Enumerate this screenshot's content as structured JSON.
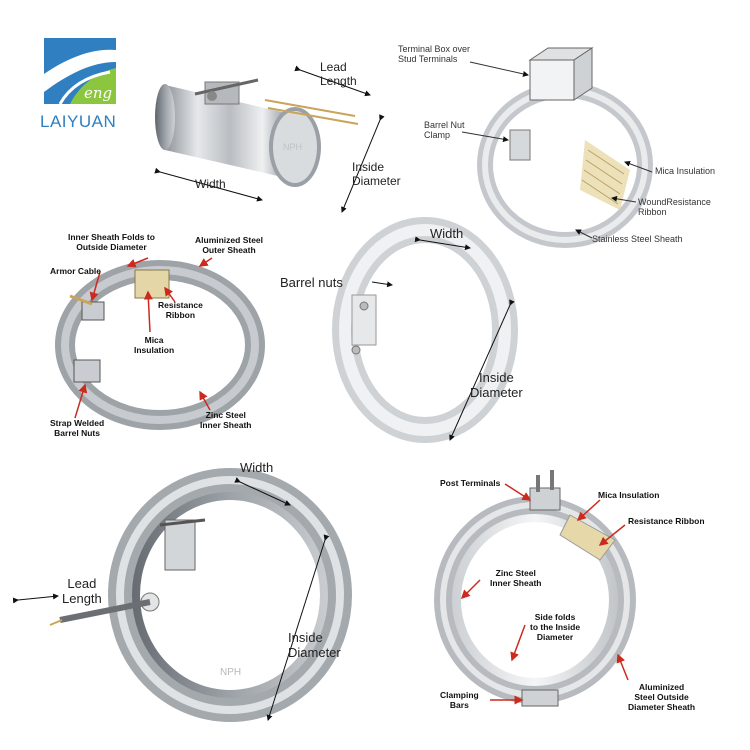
{
  "logo": {
    "brand_script": "eng",
    "brand_name": "LAIYUAN",
    "colors": {
      "blue": "#2f7fc1",
      "green": "#8cc63f"
    }
  },
  "panel_top_left": {
    "lead_length": "Lead\nLength",
    "width": "Width",
    "inside_diameter": "Inside\nDiameter",
    "stamp": "NPH"
  },
  "panel_top_right": {
    "terminal_box": "Terminal Box over\nStud Terminals",
    "barrel_nut_clamp": "Barrel Nut\nClamp",
    "mica_insulation": "Mica Insulation",
    "wound_ribbon": "WoundResistance\nRibbon",
    "stainless_sheath": "Stainless Steel Sheath"
  },
  "panel_mid_left": {
    "inner_sheath_folds": "Inner Sheath Folds to\nOutside Diameter",
    "aluminized_outer": "Aluminized Steel\nOuter Sheath",
    "armor_cable": "Armor Cable",
    "resistance_ribbon": "Resistance\nRibbon",
    "mica_insulation": "Mica\nInsulation",
    "strap_welded": "Strap Welded\nBarrel Nuts",
    "zinc_inner": "Zinc Steel\nInner Sheath"
  },
  "panel_mid_center": {
    "width": "Width",
    "barrel_nuts": "Barrel nuts",
    "inside_diameter": "Inside\nDiameter"
  },
  "panel_bottom_left": {
    "width": "Width",
    "lead_length": "Lead\nLength",
    "inside_diameter": "Inside\nDiameter",
    "stamp": "NPH"
  },
  "panel_bottom_right": {
    "post_terminals": "Post Terminals",
    "mica_insulation": "Mica Insulation",
    "resistance_ribbon": "Resistance Ribbon",
    "zinc_inner": "Zinc Steel\nInner Sheath",
    "side_folds": "Side folds\nto the Inside\nDiameter",
    "clamping_bars": "Clamping\nBars",
    "aluminized_outside": "Aluminized\nSteel Outside\nDiameter Sheath"
  }
}
